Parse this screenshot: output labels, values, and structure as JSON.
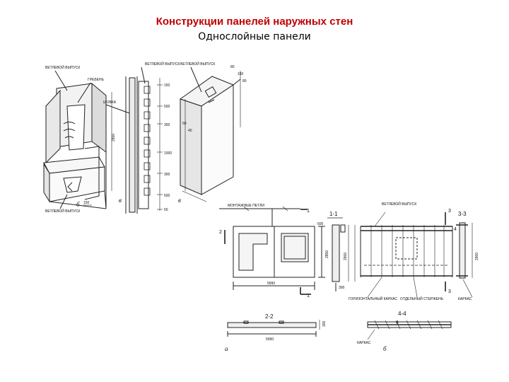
{
  "slide": {
    "title": "Конструкции панелей наружных стен",
    "subtitle": "Однослойные панели"
  },
  "figure_top": {
    "left_panel": {
      "label_top": "ВЕТЛЕВОЙ ВЫПУСК",
      "label_groove": "ГРЕБЕНЬ",
      "label_bottom": "ВЕТЛЕВОЙ ВЫПУСК",
      "dim_height": "2900",
      "dim_bottom": "150",
      "letter": "б"
    },
    "section": {
      "label_top": "ВЕТЛЕВОЙ ВЫПУСК",
      "label_side": "ШОВКА",
      "dims": [
        "150",
        "500",
        "300",
        "1000",
        "300",
        "500",
        "50"
      ],
      "letter": "в"
    },
    "right_panel": {
      "label_top": "ВЕТЛЕВОЙ ВЫПУСК",
      "dims_top": [
        "80",
        "150",
        "80"
      ],
      "dims_left": [
        "50",
        "40"
      ],
      "letter": "в"
    }
  },
  "figure_bottom": {
    "elevation": {
      "label_top": "МОНТАЖНЫЕ ПЕТЛИ",
      "marker_1": "1",
      "marker_2": "2",
      "dim_length": "5990",
      "dim_height": "2850",
      "dim_600": "600"
    },
    "section_1_1": {
      "title": "1-1",
      "dim_height": "2900",
      "dim_bottom": "300"
    },
    "frame": {
      "label_top": "ВЕТЛЕВОЙ ВЫПУСК",
      "label_horizontal": "ГОРИЗОНТАЛЬНЫЙ КАРКАС",
      "label_rod": "ОТДЕЛЬНЫЙ СТЕРЖЕНЬ",
      "marker_3": "3",
      "marker_4": "4"
    },
    "section_3_3": {
      "title": "3-3",
      "dim_height": "2900",
      "label_bottom": "КАРКАС"
    },
    "section_2_2": {
      "title": "2-2",
      "dim_length": "5990",
      "dim_right": "300",
      "letter": "а"
    },
    "section_4_4": {
      "title": "4-4",
      "label_bottom": "КАРКАС",
      "letter": "б"
    }
  }
}
